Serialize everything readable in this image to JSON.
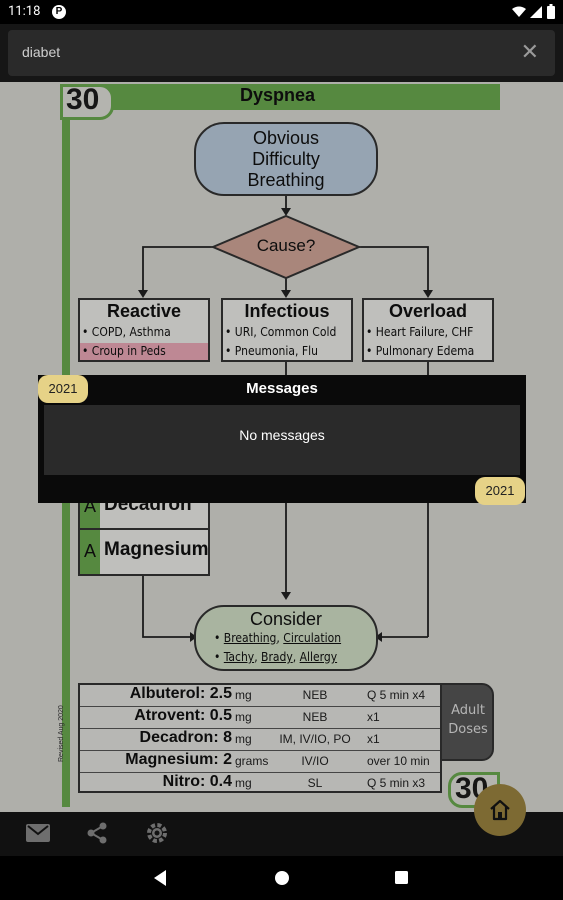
{
  "status_bar": {
    "time": "11:18",
    "notification_badge": "P"
  },
  "search": {
    "value": "diabet",
    "clear_icon": "close-icon"
  },
  "protocol": {
    "page_number": "30",
    "title": "Dyspnea",
    "start_node": [
      "Obvious",
      "Difficulty",
      "Breathing"
    ],
    "decision": "Cause?",
    "branches": [
      {
        "title": "Reactive",
        "items": [
          "COPD, Asthma",
          "Croup in Peds"
        ]
      },
      {
        "title": "Infectious",
        "items": [
          "URI, Common Cold",
          "Pneumonia, Flu"
        ]
      },
      {
        "title": "Overload",
        "items": [
          "Heart Failure, CHF",
          "Pulmonary Edema"
        ]
      }
    ],
    "treatments": [
      {
        "tag": "A",
        "name": "Decadron"
      },
      {
        "tag": "A",
        "name": "Magnesium"
      }
    ],
    "consider": {
      "title": "Consider",
      "line1": [
        "Breathing",
        "Circulation"
      ],
      "line2": [
        "Tachy",
        "Brady",
        "Allergy"
      ]
    },
    "doses_label": [
      "Adult",
      "Doses"
    ],
    "doses": [
      {
        "drug": "Albuterol:",
        "amount": "2.5",
        "unit": "mg",
        "route": "NEB",
        "freq": "Q 5 min x4"
      },
      {
        "drug": "Atrovent:",
        "amount": "0.5",
        "unit": "mg",
        "route": "NEB",
        "freq": "x1"
      },
      {
        "drug": "Decadron:",
        "amount": "8",
        "unit": "mg",
        "route": "IM, IV/IO, PO",
        "freq": "x1"
      },
      {
        "drug": "Magnesium:",
        "amount": "2",
        "unit": "grams",
        "route": "IV/IO",
        "freq": "over 10 min"
      },
      {
        "drug": "Nitro:",
        "amount": "0.4",
        "unit": "mg",
        "route": "SL",
        "freq": "Q 5 min x3"
      }
    ],
    "side_note": "Revised Aug 2020"
  },
  "messages_dialog": {
    "title": "Messages",
    "empty_text": "No messages",
    "year_tag_left": "2021",
    "year_tag_right": "2021"
  },
  "bottom_bar": {
    "icons": [
      "mail-icon",
      "share-icon",
      "settings-icon"
    ],
    "fab_icon": "home-icon"
  },
  "colors": {
    "accent_green": "#6aa84f",
    "tag_yellow": "#e6d287",
    "fab": "#7d6a33",
    "highlight_pink": "#e8a7b5"
  }
}
